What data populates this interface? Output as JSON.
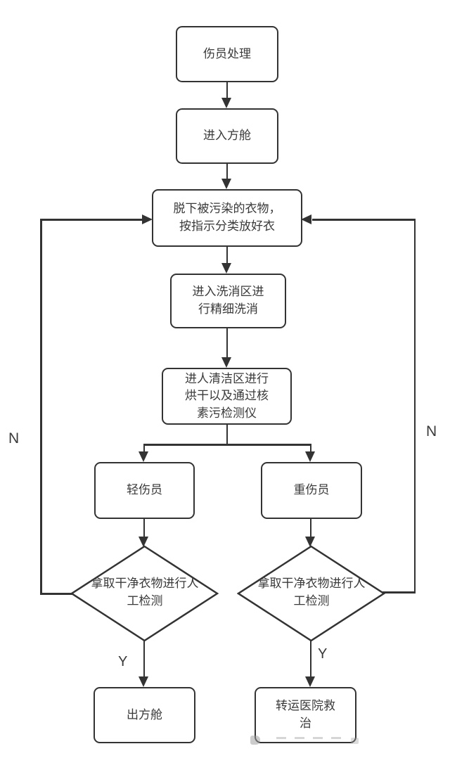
{
  "nodes": [
    {
      "id": "start",
      "type": "process",
      "label": "伤员处理"
    },
    {
      "id": "enter-cabin",
      "type": "process",
      "label": "进入方舱"
    },
    {
      "id": "undress",
      "type": "process",
      "label": "脱下被污染的衣物，\n按指示分类放好衣"
    },
    {
      "id": "wash",
      "type": "process",
      "label": "进入洗消区进\n行精细洗消"
    },
    {
      "id": "clean-dry",
      "type": "process",
      "label": "进人清洁区进行\n烘干以及通过核\n素污检测仪"
    },
    {
      "id": "light-casualty",
      "type": "process",
      "label": "轻伤员"
    },
    {
      "id": "severe-casualty",
      "type": "process",
      "label": "重伤员"
    },
    {
      "id": "manual-check-left",
      "type": "decision",
      "label": "拿取干净衣物进行人\n工检测"
    },
    {
      "id": "manual-check-right",
      "type": "decision",
      "label": "拿取干净衣物进行人\n工检测"
    },
    {
      "id": "exit-cabin",
      "type": "process",
      "label": "出方舱"
    },
    {
      "id": "transfer-hospital",
      "type": "process",
      "label": "转运医院救\n治"
    }
  ],
  "edge_labels": {
    "left_no": "N",
    "right_no": "N",
    "left_yes": "Y",
    "right_yes": "Y"
  },
  "colors": {
    "line": "#333333",
    "node_border": "#333333",
    "node_fill": "#ffffff",
    "text": "#3a3a3a",
    "background": "#ffffff"
  }
}
